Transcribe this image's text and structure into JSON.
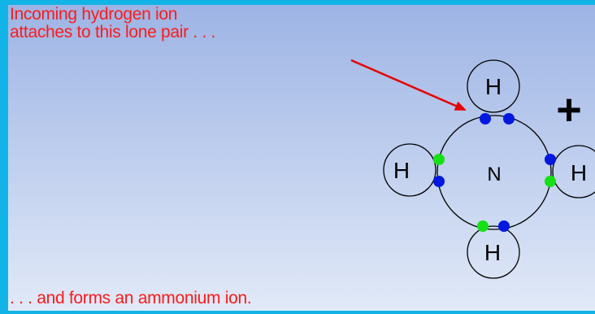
{
  "labels": {
    "top_line1": "Incoming hydrogen ion",
    "top_line2": "attaches to this lone pair . . .",
    "bottom": ". . . and forms an ammonium ion."
  },
  "atoms": {
    "center": "N",
    "top": "H",
    "left": "H",
    "right": "H",
    "bottom": "H"
  },
  "charge": "+",
  "colors": {
    "caption_text": "#ff1a1a",
    "arrow": "#e60000",
    "nitrogen_electron": "#0018e0",
    "hydrogen_electron": "#16e016",
    "background_top": "#9fb6e6",
    "background_bottom": "#dfe8f8",
    "frame": "#12b4e8"
  }
}
